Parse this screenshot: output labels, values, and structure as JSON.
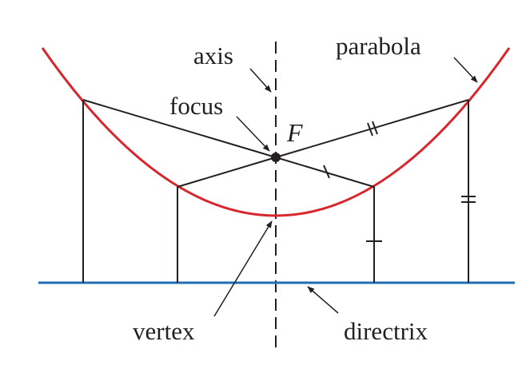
{
  "labels": {
    "axis": "axis",
    "focus": "focus",
    "focus_symbol": "F",
    "parabola": "parabola",
    "vertex": "vertex",
    "directrix": "directrix"
  },
  "colors": {
    "parabola": "#d7262c",
    "directrix": "#1f6db3",
    "ink": "#231f20"
  }
}
